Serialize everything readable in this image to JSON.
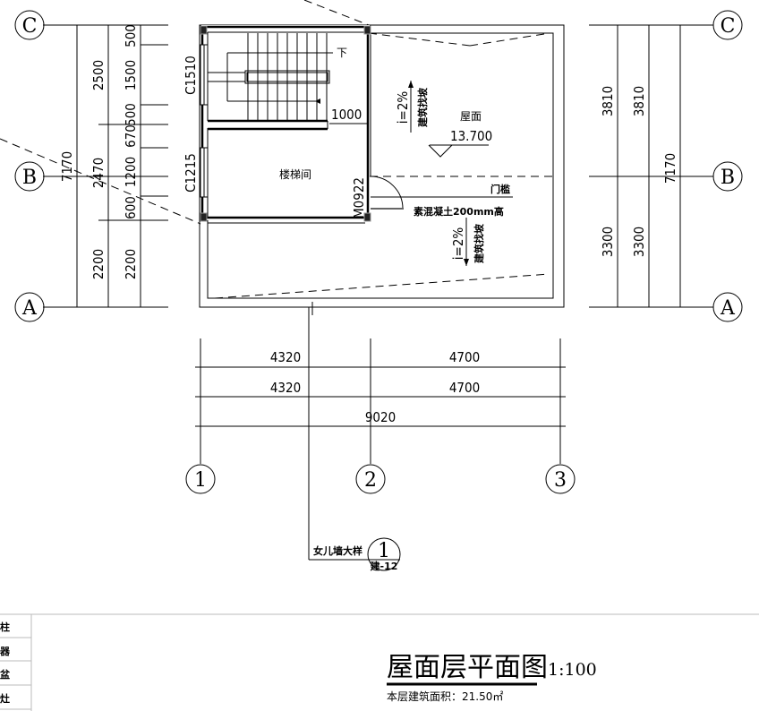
{
  "axes": {
    "rows": [
      "C",
      "B",
      "A"
    ],
    "cols": [
      "1",
      "2",
      "3"
    ]
  },
  "left_dims": {
    "outer": "7170",
    "mid": [
      "2500",
      "2470",
      "2200"
    ],
    "inner": [
      "500",
      "1500",
      "500",
      "670",
      "1200",
      "600",
      "2200"
    ]
  },
  "right_dims": {
    "outer": "7170",
    "mid": [
      "3810",
      "3300"
    ],
    "inner": [
      "3810",
      "3300"
    ]
  },
  "bottom_dims": {
    "row1": [
      "4320",
      "4700"
    ],
    "row2": [
      "4320",
      "4700"
    ],
    "total": "9020"
  },
  "plan": {
    "window1": "C1510",
    "window2": "C1215",
    "door": "M0922",
    "stair_down": "下",
    "stair_width": "1000",
    "room": "楼梯间",
    "roof_label": "屋面",
    "elevation": "13.700",
    "slope1": "i=2%",
    "slope1_note": "建筑找坡",
    "slope2": "i=2%",
    "slope2_note": "建筑找坡",
    "threshold": "门槛",
    "threshold_note": "素混凝土200mm高"
  },
  "detail": {
    "label": "女儿墙大样",
    "number": "1",
    "sheet": "建-12"
  },
  "legend": [
    "柱",
    "器",
    "盆",
    "灶"
  ],
  "title": {
    "main": "屋面层平面图",
    "scale": "1:100",
    "area": "本层建筑面积：21.50㎡"
  }
}
